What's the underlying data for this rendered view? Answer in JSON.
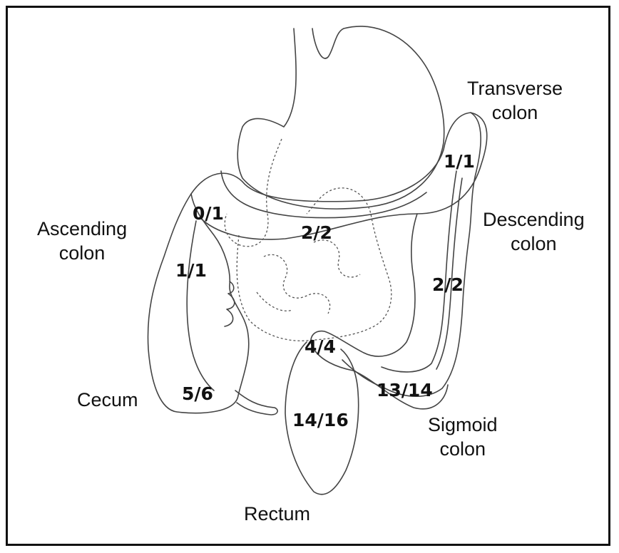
{
  "regions": {
    "transverse": {
      "line1": "Transverse",
      "line2": "colon"
    },
    "ascending": {
      "line1": "Ascending",
      "line2": "colon"
    },
    "descending": {
      "line1": "Descending",
      "line2": "colon"
    },
    "sigmoid": {
      "line1": "Sigmoid",
      "line2": "colon"
    },
    "cecum": "Cecum",
    "rectum": "Rectum"
  },
  "counts": {
    "transverse_right": "1/1",
    "ascending_top": "0/1",
    "transverse_mid": "2/2",
    "ascending_mid": "1/1",
    "descending": "2/2",
    "sigmoid_upper": "4/4",
    "sigmoid": "13/14",
    "cecum": "5/6",
    "rectum": "14/16"
  }
}
